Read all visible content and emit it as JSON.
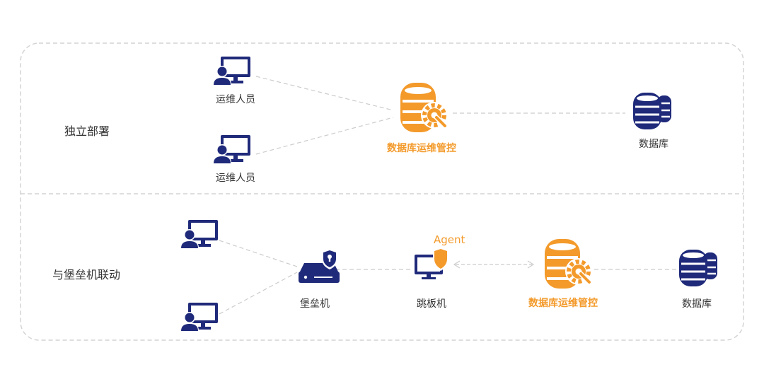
{
  "colors": {
    "navy": "#1f2a7a",
    "orange": "#f39a2b",
    "border": "#d4d4d4",
    "connector": "#cccccc"
  },
  "sections": {
    "standalone": {
      "title": "独立部署",
      "user_top_label": "运维人员",
      "user_bottom_label": "运维人员",
      "manager_label": "数据库运维管控",
      "database_label": "数据库"
    },
    "bastion": {
      "title": "与堡垒机联动",
      "bastion_label": "堡垒机",
      "jump_label": "跳板机",
      "agent_label": "Agent",
      "manager_label": "数据库运维管控",
      "database_label": "数据库"
    }
  },
  "icons": {
    "user_terminal": "user-terminal-icon",
    "db_manager": "database-gear-icon",
    "database": "database-stack-icon",
    "bastion": "server-lock-icon",
    "jump_host": "monitor-shield-icon"
  }
}
